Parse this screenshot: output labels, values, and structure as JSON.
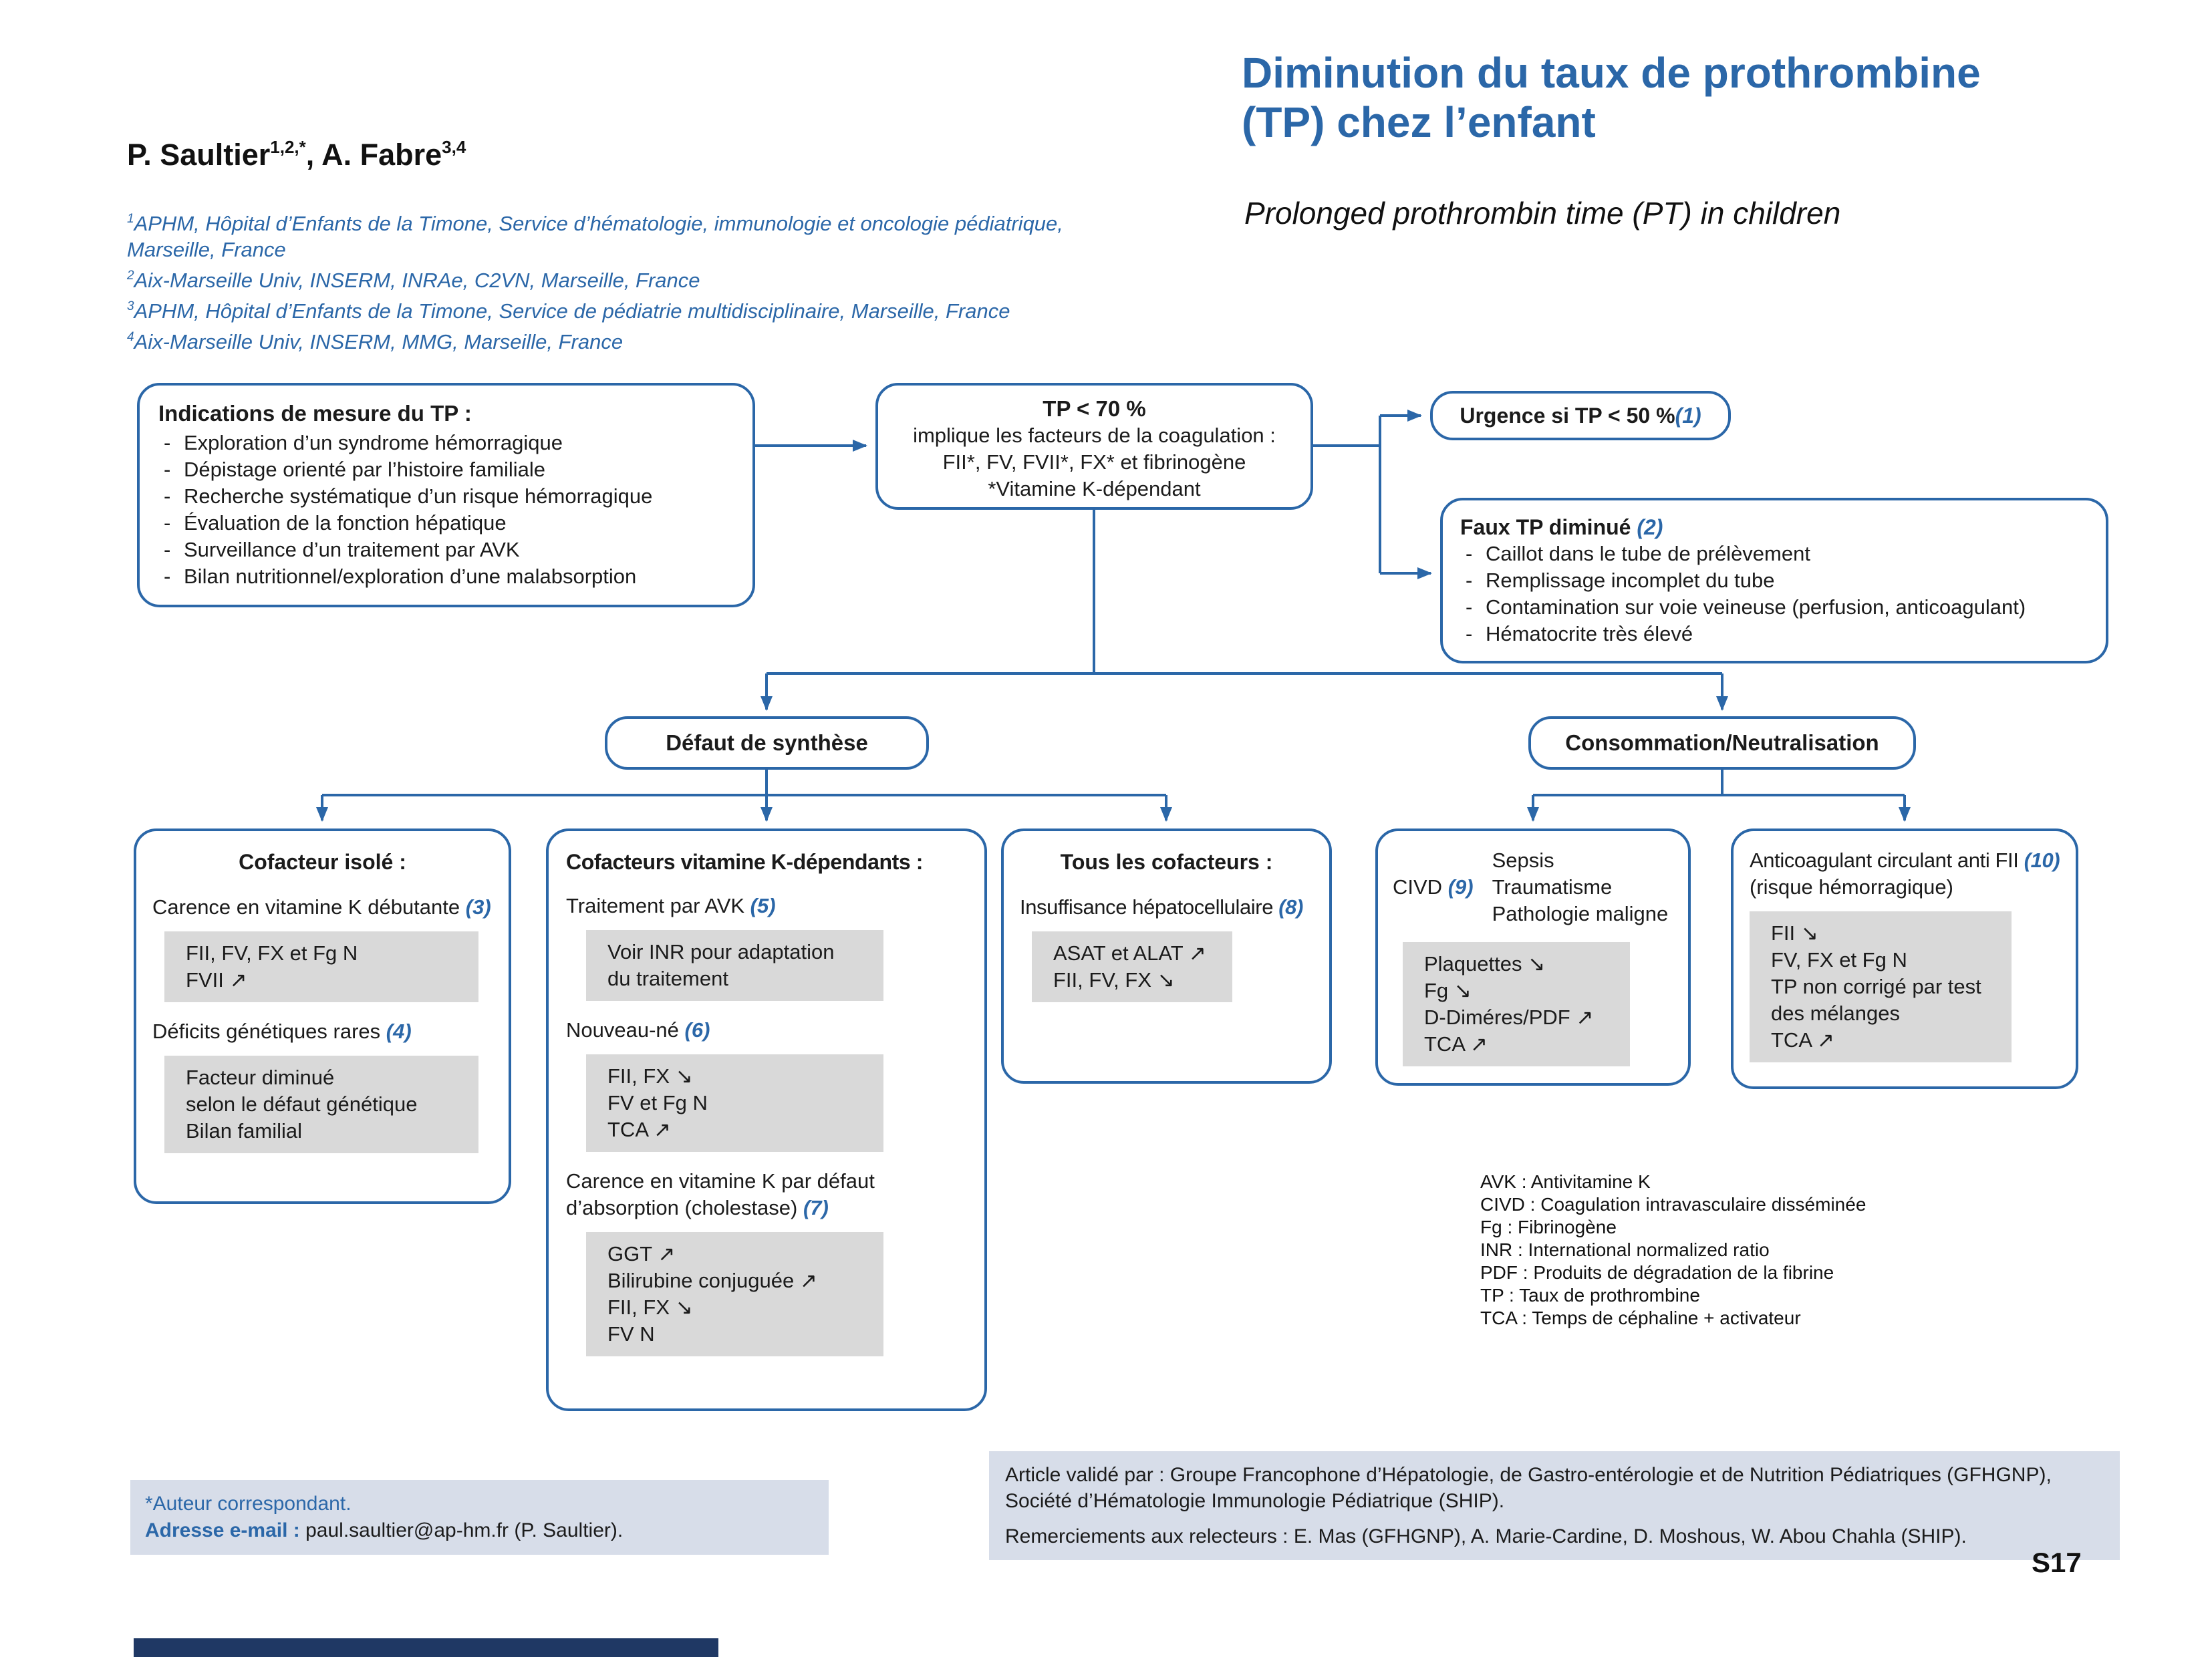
{
  "colors": {
    "accent": "#2b67a8",
    "inner_gray": "#d9d9d9",
    "footer_background": "#d7dde9",
    "navy_bar": "#1f3864",
    "text": "#1b1b1b"
  },
  "header": {
    "author1_name": "P. Saultier",
    "author1_sup": "1,2,*",
    "author2_name": ", A. Fabre",
    "author2_sup": "3,4",
    "affiliations": [
      {
        "sup": "1",
        "text": "APHM, Hôpital d’Enfants de la Timone, Service d’hématologie, immunologie et oncologie pédiatrique, Marseille, France"
      },
      {
        "sup": "2",
        "text": "Aix-Marseille Univ, INSERM, INRAe, C2VN, Marseille, France"
      },
      {
        "sup": "3",
        "text": "APHM, Hôpital d’Enfants de la Timone, Service de pédiatrie multidisciplinaire, Marseille, France"
      },
      {
        "sup": "4",
        "text": "Aix-Marseille Univ, INSERM, MMG, Marseille, France"
      }
    ]
  },
  "title": {
    "fr_line1": "Diminution du taux de prothrombine",
    "fr_line2": "(TP) chez l’enfant",
    "en": "Prolonged prothrombin time (PT) in children"
  },
  "flow": {
    "indications": {
      "title": "Indications de mesure du TP :",
      "items": [
        "Exploration d’un syndrome hémorragique",
        "Dépistage orienté par l’histoire familiale",
        "Recherche systématique d’un risque hémorragique",
        "Évaluation de la fonction hépatique",
        "Surveillance d’un traitement par AVK",
        "Bilan nutritionnel/exploration d’une malabsorption"
      ]
    },
    "tp70": {
      "line1": "TP < 70 %",
      "line2": "implique les facteurs de la coagulation :",
      "line3": "FII*, FV, FVII*, FX* et fibrinogène",
      "line4": "*Vitamine K-dépendant"
    },
    "urgence": {
      "text": "Urgence si TP < 50 % ",
      "ref": "(1)"
    },
    "faux": {
      "title": "Faux TP diminué ",
      "ref": "(2)",
      "items": [
        "Caillot dans le tube de prélèvement",
        "Remplissage incomplet du tube",
        "Contamination sur voie veineuse (perfusion, anticoagulant)",
        "Hématocrite très élevé"
      ]
    },
    "defaut": {
      "label": "Défaut de synthèse"
    },
    "conso": {
      "label": "Consommation/Neutralisation"
    },
    "cofacteur_isole": {
      "title": "Cofacteur isolé :",
      "sub1_text": "Carence en vitamine K débutante ",
      "sub1_ref": "(3)",
      "gray1": [
        "FII, FV, FX et Fg N",
        "FVII ↗"
      ],
      "sub2_text": "Déficits génétiques rares ",
      "sub2_ref": "(4)",
      "gray2": [
        "Facteur diminué",
        "selon le défaut génétique",
        "Bilan familial"
      ]
    },
    "vitk": {
      "title": "Cofacteurs vitamine K-dépendants :",
      "sub1_text": "Traitement par AVK ",
      "sub1_ref": "(5)",
      "gray1": [
        "Voir INR pour adaptation",
        "du traitement"
      ],
      "sub2_text": "Nouveau-né ",
      "sub2_ref": "(6)",
      "gray2": [
        "FII, FX ↘",
        "FV et Fg N",
        "TCA ↗"
      ],
      "sub3_text": "Carence en vitamine K par défaut d’absorption (cholestase) ",
      "sub3_ref": "(7)",
      "gray3": [
        "GGT ↗",
        "Bilirubine conjuguée ↗",
        "FII, FX ↘",
        "FV N"
      ]
    },
    "tous": {
      "title": "Tous les cofacteurs :",
      "sub1_text": "Insuffisance hépatocellulaire ",
      "sub1_ref": "(8)",
      "gray1": [
        "ASAT et ALAT ↗",
        "FII, FV, FX ↘"
      ]
    },
    "civd": {
      "left_text": "CIVD ",
      "left_ref": "(9)",
      "right_lines": [
        "Sepsis",
        "Traumatisme",
        "Pathologie maligne"
      ],
      "gray": [
        "Plaquettes ↘",
        "Fg ↘",
        "D-Diméres/PDF ↗",
        "TCA ↗"
      ]
    },
    "anticoag": {
      "title_text": "Anticoagulant circulant anti FII ",
      "title_ref": "(10)",
      "subtitle": "(risque hémorragique)",
      "gray": [
        "FII ↘",
        "FV, FX et Fg N",
        "TP non corrigé par test",
        "des mélanges",
        "TCA ↗"
      ]
    }
  },
  "abbreviations": [
    "AVK : Antivitamine K",
    "CIVD : Coagulation intravasculaire disséminée",
    "Fg : Fibrinogène",
    "INR : International normalized ratio",
    "PDF : Produits de dégradation de la fibrine",
    "TP : Taux de prothrombine",
    "TCA : Temps de céphaline + activateur"
  ],
  "footer": {
    "left_line1": "*Auteur correspondant.",
    "email_label": "Adresse e-mail :",
    "email_value": " paul.saultier@ap-hm.fr (P. Saultier).",
    "right_p1": "Article validé par : Groupe Francophone d’Hépatologie, de Gastro-entérologie et de Nutrition Pédiatriques (GFHGNP), Société d’Hématologie Immunologie Pédiatrique (SHIP).",
    "right_p2": "Remerciements aux relecteurs : E. Mas (GFHGNP), A. Marie-Cardine, D. Moshous, W. Abou Chahla (SHIP)."
  },
  "page_number": "S17"
}
